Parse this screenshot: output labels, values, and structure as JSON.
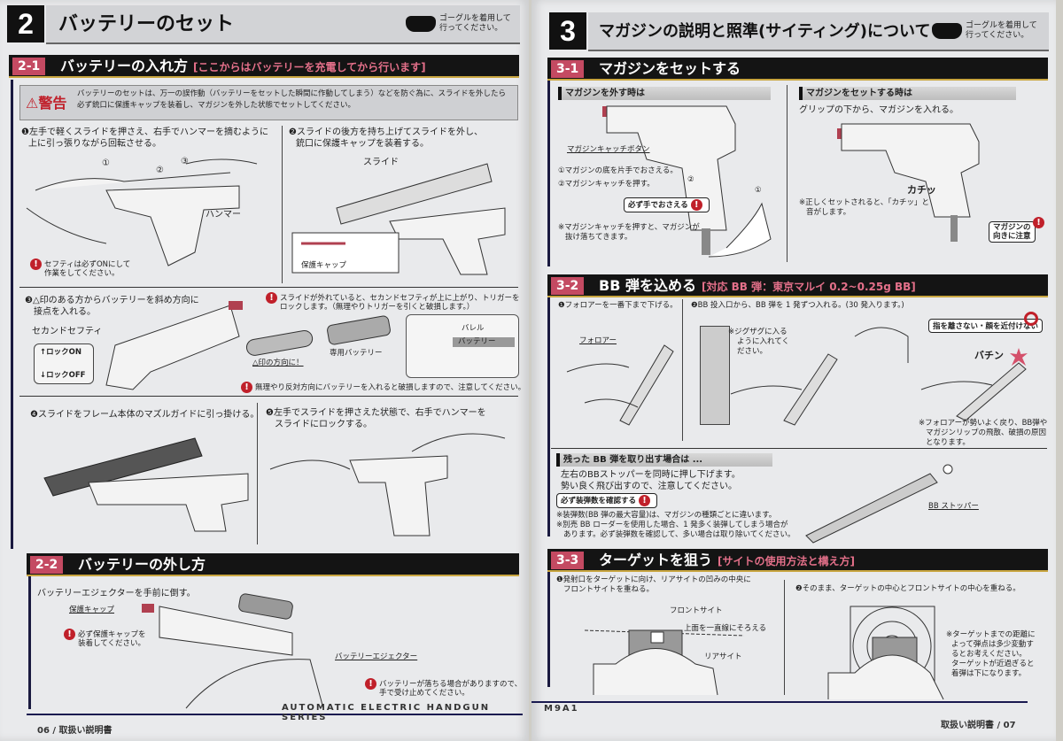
{
  "left_page": {
    "chapter_number": "2",
    "chapter_title": "バッテリーのセット",
    "goggle_note": [
      "ゴーグルを着用して",
      "行ってください。"
    ],
    "section_2_1": {
      "number": "2-1",
      "title": "バッテリーの入れ方",
      "subtitle": "[ここからはバッテリーを充電してから行います]"
    },
    "warning": {
      "label": "警告",
      "text": [
        "バッテリーのセットは、万一の誤作動（バッテリーをセットした瞬間に作動してしまう）などを防ぐ為に、スライドを外したら",
        "必ず銃口に保護キャップを装着し、マガジンを外した状態でセットしてください。"
      ]
    },
    "step1": {
      "text": [
        "❶左手で軽くスライドを押さえ、右手でハンマーを摘むように",
        "上に引っ張りながら回転させる。"
      ],
      "label_hammer": "ハンマー",
      "marks": [
        "①",
        "②",
        "③"
      ],
      "note": [
        "セフティは必ずONにして",
        "作業をしてください。"
      ]
    },
    "step2": {
      "text": [
        "❷スライドの後方を持ち上げてスライドを外し、",
        "銃口に保護キャップを装着する。"
      ],
      "label_slide": "スライド",
      "label_cap": "保護キャップ"
    },
    "step3": {
      "text": [
        "❸△印のある方からバッテリーを斜め方向に",
        "接点を入れる。"
      ],
      "second_safety": "セカンドセフティ",
      "lock_on": "ロックON",
      "lock_off": "ロックOFF",
      "note_top": [
        "スライドが外れていると、セカンドセフティが上に上がり、トリガーを",
        "ロックします。（無理やりトリガーを引くと破損します。）"
      ],
      "triangle_dir": "△印の方向に！",
      "battery_label": "専用バッテリー",
      "barrel": "バレル",
      "battery": "バッテリー",
      "note_bottom": "無理やり反対方向にバッテリーを入れると破損しますので、注意してください。"
    },
    "step4": {
      "text": "❹スライドをフレーム本体のマズルガイドに引っ掛ける。"
    },
    "step5": {
      "text": [
        "❺左手でスライドを押さえた状態で、右手でハンマーを",
        "スライドにロックする。"
      ]
    },
    "section_2_2": {
      "number": "2-2",
      "title": "バッテリーの外し方"
    },
    "removal": {
      "text": "バッテリーエジェクターを手前に倒す。",
      "label_cap": "保護キャップ",
      "note_cap": [
        "必ず保護キャップを",
        "装着してください。"
      ],
      "label_ejector": "バッテリーエジェクター",
      "note_drop": [
        "バッテリーが落ちる場合がありますので、",
        "手で受け止めてください。"
      ]
    },
    "series": "AUTOMATIC ELECTRIC HANDGUN SERIES",
    "footer": "06 / 取扱い説明書"
  },
  "right_page": {
    "chapter_number": "3",
    "chapter_title": "マガジンの説明と照準(サイティング)について",
    "goggle_note": [
      "ゴーグルを着用して",
      "行ってください。"
    ],
    "section_3_1": {
      "number": "3-1",
      "title": "マガジンをセットする"
    },
    "remove": {
      "heading": "マガジンを外す時は",
      "label_catch": "マガジンキャッチボタン",
      "steps": [
        "①マガジンの底を片手でおさえる。",
        "②マガジンキャッチを押す。"
      ],
      "marks": [
        "①",
        "②"
      ],
      "tag": "必ず手でおさえる",
      "note": [
        "※マガジンキャッチを押すと、マガジンが",
        "抜け落ちてきます。"
      ]
    },
    "insert": {
      "heading": "マガジンをセットする時は",
      "text": "グリップの下から、マガジンを入れる。",
      "click": "カチッ",
      "note": [
        "※正しくセットされると、「カチッ」と",
        "音がします。"
      ],
      "tag": [
        "マガジンの",
        "向きに注意"
      ]
    },
    "section_3_2": {
      "number": "3-2",
      "title": "BB 弾を込める",
      "subtitle": "[対応 BB 弾：東京マルイ 0.2~0.25g BB]"
    },
    "bb1": {
      "text": "❶フォロアーを一番下まで下げる。",
      "label": "フォロアー"
    },
    "bb2": {
      "text": "❷BB 投入口から、BB 弾を 1 発ずつ入れる。(30 発入ります。)",
      "zigzag": [
        "※ジグザグに入る",
        "ように入れてく",
        "ださい。"
      ],
      "tag": "指を離さない・顔を近付けない",
      "snap": "バチン",
      "note": [
        "※フォロアーが勢いよく戻り、BB弾や",
        "マガジンリップの飛散、破損の原因",
        "となります。"
      ]
    },
    "leftover": {
      "heading": "残った BB 弾を取り出す場合は ...",
      "text": [
        "左右のBBストッパーを同時に押し下げます。",
        "勢い良く飛び出すので、注意してください。"
      ],
      "tag": "必ず装弾数を確認する",
      "notes": [
        "※装弾数(BB 弾の最大容量)は、マガジンの種類ごとに違います。",
        "※別売 BB ローダーを使用した場合、1 発多く装弾してしまう場合が",
        "あります。必ず装弾数を確認して、多い場合は取り除いてください。"
      ],
      "label_stopper": "BB ストッパー"
    },
    "section_3_3": {
      "number": "3-3",
      "title": "ターゲットを狙う",
      "subtitle": "[サイトの使用方法と構え方]"
    },
    "aim1": {
      "text": [
        "❶発射口をターゲットに向け、リアサイトの凹みの中央に",
        "フロントサイトを重ねる。"
      ],
      "front": "フロントサイト",
      "align": "上面を一直線にそろえる",
      "rear": "リアサイト"
    },
    "aim2": {
      "text": "❷そのまま、ターゲットの中心とフロントサイトの中心を重ねる。",
      "note": [
        "※ターゲットまでの距離に",
        "よって弾点は多少変動す",
        "るとお考えください。",
        "ターゲットが近過ぎると",
        "着弾は下になります。"
      ]
    },
    "model": "M9A1",
    "footer": "取扱い説明書 / 07"
  }
}
